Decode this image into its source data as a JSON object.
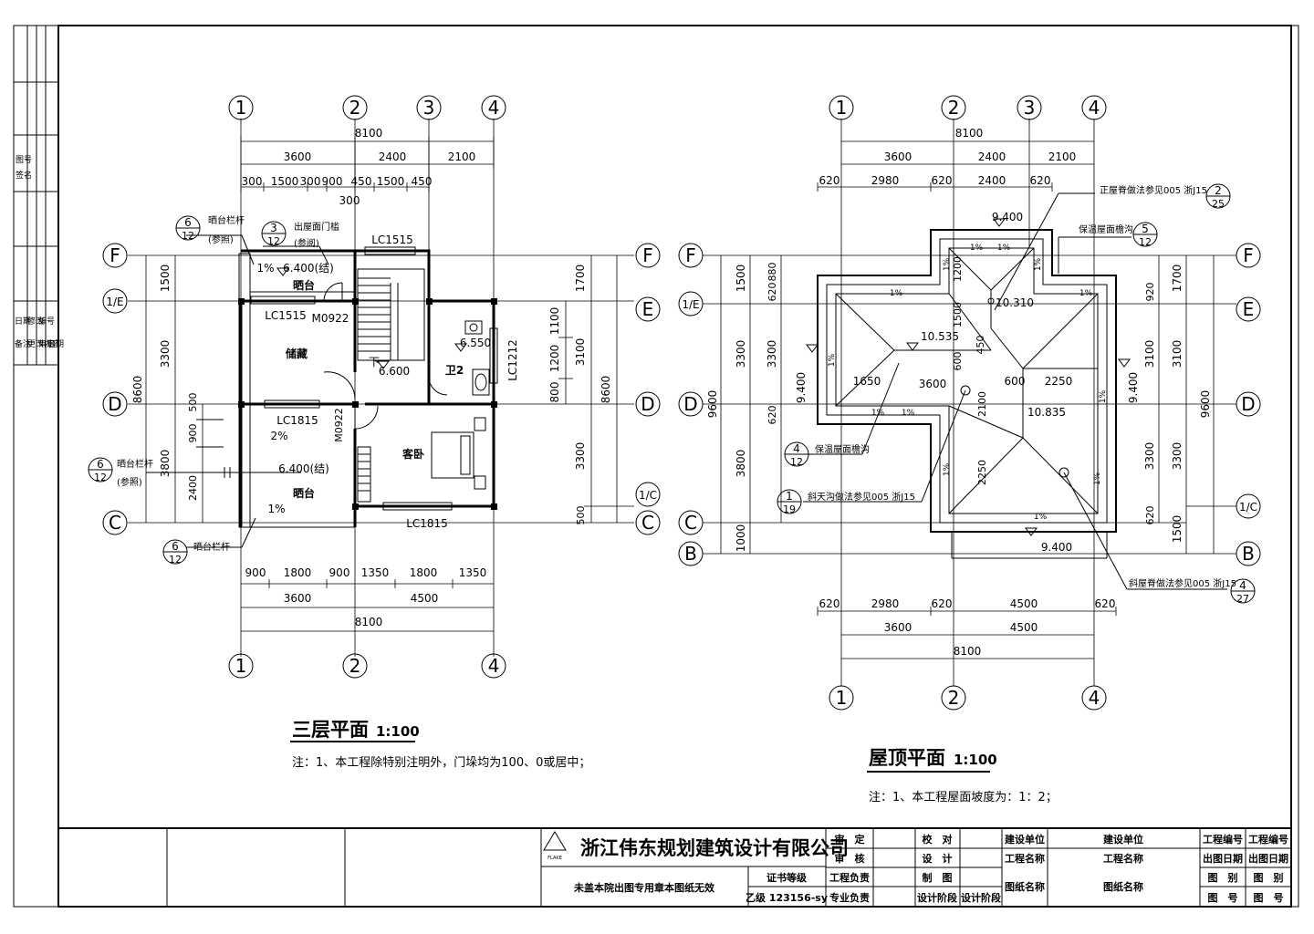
{
  "company": {
    "name": "浙江伟东规划建筑设计有限公司",
    "logo_text": "FLAKE",
    "seal_notice": "未盖本院出图专用章本图纸无效",
    "cert_label": "证书等级",
    "cert_value": "乙级 123156-sy"
  },
  "plan_left": {
    "title": "三层平面",
    "scale": "1:100",
    "note": "注：1、本工程除特别注明外，门垛均为100、0或居中；",
    "axes_top": [
      "1",
      "2",
      "3",
      "4"
    ],
    "axes_bottom": [
      "1",
      "2",
      "4"
    ],
    "axes_side": [
      "F",
      "1/E",
      "D",
      "C"
    ],
    "axes_right": [
      "F",
      "E",
      "D",
      "1/C",
      "C"
    ],
    "dims_top_total": "8100",
    "dims_top": [
      "3600",
      "2400",
      "2100"
    ],
    "dims_top_detail": [
      "300",
      "1500",
      "300",
      "900",
      "450",
      "1500",
      "450"
    ],
    "dims_top_extra": "300",
    "dims_bottom_detail": [
      "900",
      "1800",
      "900",
      "1350",
      "1800",
      "1350"
    ],
    "dims_bottom": [
      "3600",
      "4500"
    ],
    "dims_bottom_total": "8100",
    "dims_left": [
      "1500",
      "3300",
      "3800"
    ],
    "dims_left_total": "8600",
    "dims_left_inner": [
      "500",
      "900",
      "2400"
    ],
    "dims_right_outer": [
      "1700",
      "3100",
      "3300",
      "500"
    ],
    "dims_right_inner": [
      "1100",
      "1200",
      "800"
    ],
    "dims_right_total": "8600",
    "rooms": [
      "储藏",
      "卫2",
      "客卧",
      "晒台",
      "晒台"
    ],
    "windows": [
      "LC1515",
      "LC1515",
      "LC1212",
      "LC1815",
      "LC1815"
    ],
    "doors": [
      "M0922",
      "M0922"
    ],
    "elevations": [
      "6.400(结)",
      "6.550",
      "6.600",
      "6.400(结)"
    ],
    "slopes": [
      "1%",
      "2%",
      "1%"
    ],
    "stair_label": "下",
    "callouts": [
      {
        "num": "6",
        "sheet": "12",
        "text": "晒台栏杆",
        "sub": "(参照)"
      },
      {
        "num": "3",
        "sheet": "12",
        "text": "出屋面门槛",
        "sub": "(参阅)"
      },
      {
        "num": "6",
        "sheet": "12",
        "text": "晒台栏杆",
        "sub": "(参照)"
      },
      {
        "num": "6",
        "sheet": "12",
        "text": "晒台栏杆",
        "sub": ""
      }
    ]
  },
  "plan_right": {
    "title": "屋顶平面",
    "scale": "1:100",
    "note": "注：1、本工程屋面坡度为：1：2；",
    "axes_top": [
      "1",
      "2",
      "3",
      "4"
    ],
    "axes_bottom": [
      "1",
      "2",
      "4"
    ],
    "axes_side": [
      "F",
      "1/E",
      "D",
      "C",
      "B"
    ],
    "axes_right": [
      "F",
      "E",
      "D",
      "1/C",
      "B"
    ],
    "dims_top_total": "8100",
    "dims_top": [
      "3600",
      "2400",
      "2100"
    ],
    "dims_top_detail": [
      "620",
      "2980",
      "620",
      "2400",
      "620"
    ],
    "dims_bottom_detail": [
      "620",
      "2980",
      "620",
      "4500",
      "620"
    ],
    "dims_bottom": [
      "3600",
      "4500"
    ],
    "dims_bottom_total": "8100",
    "dims_left_outer": [
      "1500",
      "3300",
      "3800",
      "1000"
    ],
    "dims_left_inner": [
      "620",
      "880",
      "3300",
      "620"
    ],
    "dims_left_total": "9600",
    "dims_right_inner": [
      "920",
      "3100",
      "3300",
      "620"
    ],
    "dims_right_outer": [
      "1700",
      "3100",
      "3300",
      "1500"
    ],
    "dims_right_total": "9600",
    "inner_dims": [
      "1200",
      "1500",
      "450",
      "600",
      "1650",
      "3600",
      "600",
      "2250",
      "2100",
      "2250"
    ],
    "elevations": [
      "9.400",
      "10.310",
      "10.535",
      "9.400",
      "9.400",
      "10.835",
      "9.400"
    ],
    "slopes": [
      "1%",
      "1%",
      "1%",
      "1%",
      "1%",
      "1%",
      "1%",
      "1%",
      "1%",
      "1%",
      "1%",
      "1%",
      "1%"
    ],
    "callouts": [
      {
        "num": "2",
        "sheet": "25",
        "text": "正屋脊做法参见005 浙J15"
      },
      {
        "num": "5",
        "sheet": "12",
        "text": "保温屋面檐沟"
      },
      {
        "num": "4",
        "sheet": "12",
        "text": "保温屋面檐沟"
      },
      {
        "num": "1",
        "sheet": "19",
        "text": "斜天沟做法参见005 浙J15"
      },
      {
        "num": "4",
        "sheet": "27",
        "text": "斜屋脊做法参见005 浙J15"
      }
    ]
  },
  "title_block": {
    "r1": [
      "审　定",
      "校　对",
      "建设单位",
      "建设单位",
      "工程编号",
      "工程编号"
    ],
    "r2": [
      "审　核",
      "设　计",
      "工程名称",
      "工程名称",
      "出图日期",
      "出图日期"
    ],
    "r3": [
      "工程负责",
      "制　图",
      "图纸名称",
      "图纸名称",
      "图　别",
      "图　别"
    ],
    "r4": [
      "专业负责",
      "设计阶段",
      "设计阶段",
      "图　号",
      "图　号"
    ]
  },
  "margin_labels": [
    "图号",
    "签名",
    "日期",
    "修改",
    "编号",
    "备注",
    "更改内容",
    "审定",
    "日期"
  ]
}
